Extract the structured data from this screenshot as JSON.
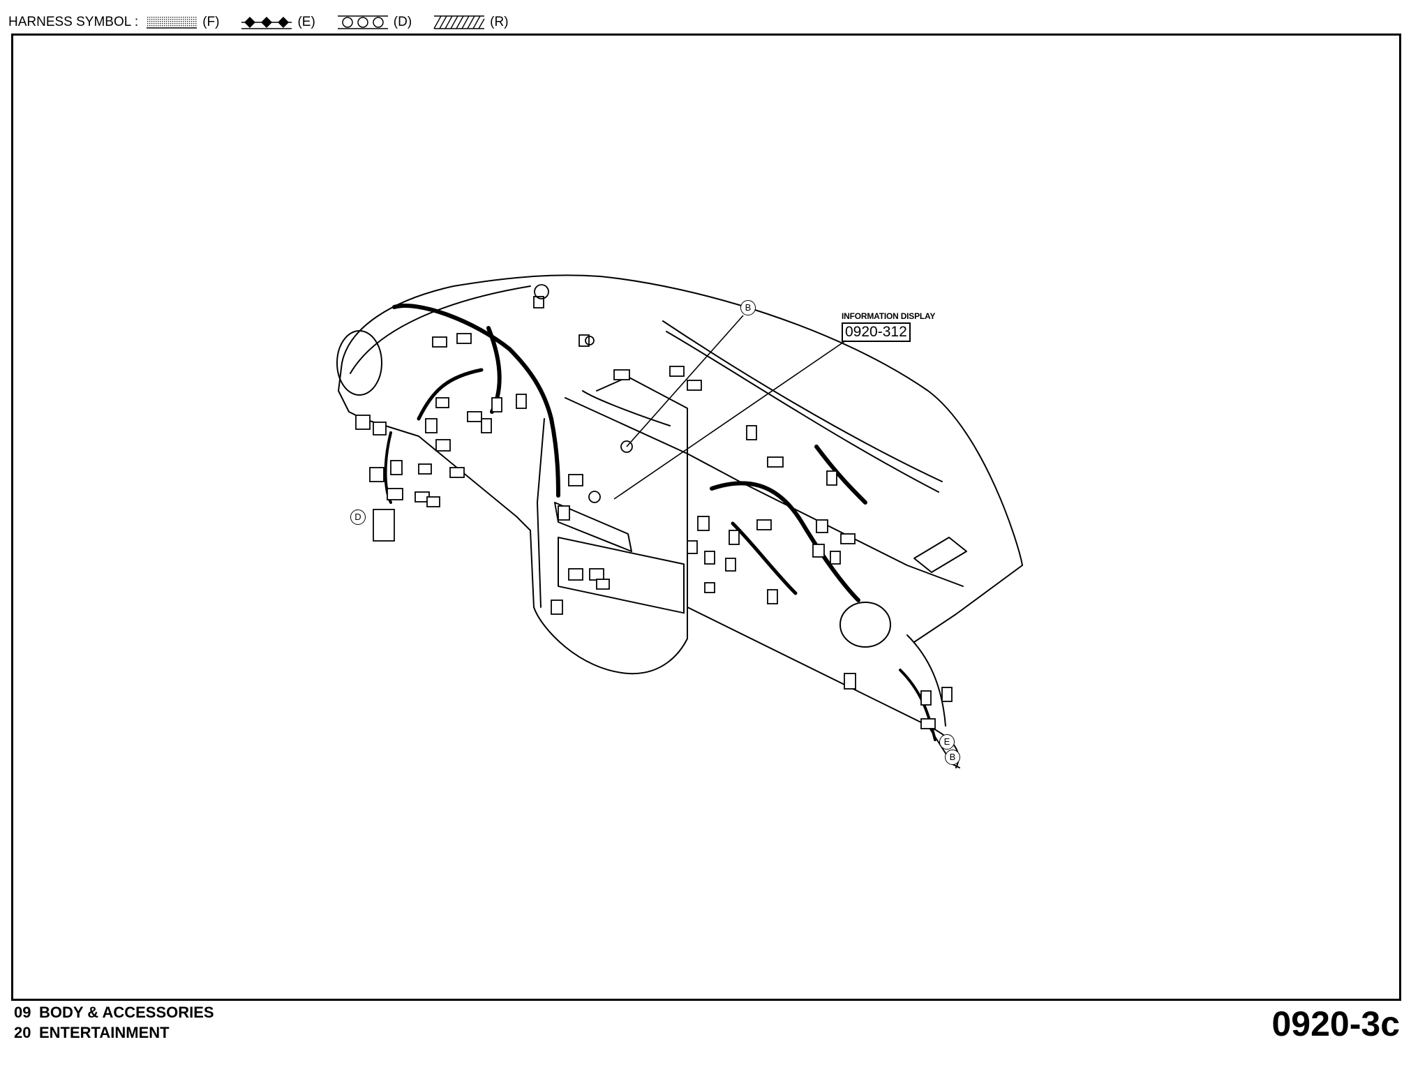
{
  "legend": {
    "title": "HARNESS SYMBOL :",
    "items": [
      {
        "code": "(F)",
        "pattern": "dotted"
      },
      {
        "code": "(E)",
        "pattern": "diamonds"
      },
      {
        "code": "(D)",
        "pattern": "circles"
      },
      {
        "code": "(R)",
        "pattern": "hatched"
      }
    ]
  },
  "callout": {
    "label": "INFORMATION DISPLAY",
    "code": "0920-312"
  },
  "markers": {
    "b_top": "B",
    "d": "D",
    "e": "E",
    "b_bottom": "B"
  },
  "footer": {
    "line1_num": "09",
    "line1_text": "BODY & ACCESSORIES",
    "line2_num": "20",
    "line2_text": "ENTERTAINMENT",
    "page_code": "0920-3c"
  }
}
